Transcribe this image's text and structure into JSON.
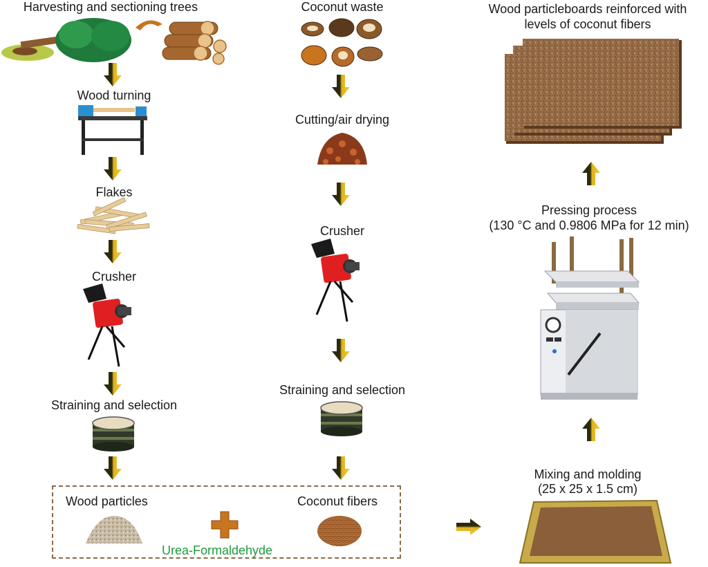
{
  "left_column": {
    "harvesting": "Harvesting and sectioning trees",
    "wood_turning": "Wood turning",
    "flakes": "Flakes",
    "crusher": "Crusher",
    "straining": "Straining and selection"
  },
  "middle_column": {
    "coconut_waste": "Coconut waste",
    "cutting": "Cutting/air drying",
    "crusher": "Crusher",
    "straining": "Straining and selection"
  },
  "mix_box": {
    "wood_particles": "Wood particles",
    "coconut_fibers": "Coconut fibers",
    "binder": "Urea-Formaldehyde"
  },
  "right_column": {
    "mixing_line1": "Mixing and molding",
    "mixing_line2": "(25 x 25 x 1.5 cm)",
    "pressing_line1": "Pressing process",
    "pressing_line2": "(130 °C and 0.9806 MPa for 12 min)",
    "final_line1": "Wood particleboards reinforced with",
    "final_line2": "levels of coconut fibers"
  },
  "colors": {
    "arrow_gold": "#e0b21c",
    "arrow_dark": "#2a2a10",
    "crusher_red": "#e02020",
    "plus_orange": "#c9741e",
    "binder_green": "#1f9a3c",
    "box_border": "#8a6a45"
  }
}
